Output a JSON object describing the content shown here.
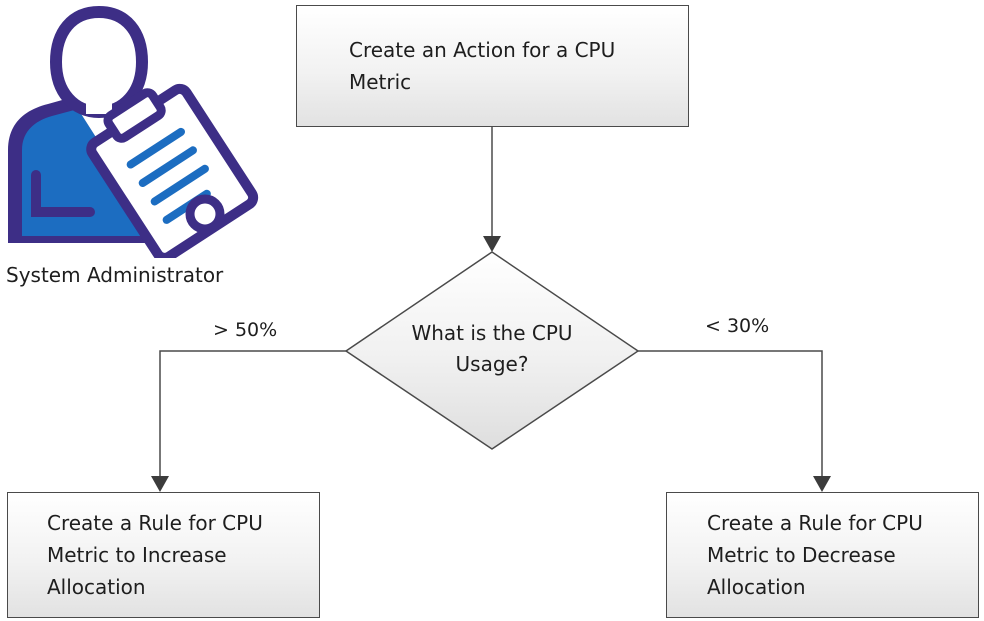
{
  "actor": {
    "icon": "system-administrator-icon",
    "label": "System Administrator"
  },
  "steps": {
    "start": "Create an Action for a CPU\nMetric",
    "decision": "What is the CPU\nUsage?",
    "increase": "Create a Rule for CPU\nMetric to Increase\nAllocation",
    "decrease": "Create a Rule for CPU\nMetric to Decrease\nAllocation"
  },
  "conditions": {
    "high": "> 50%",
    "low": "< 30%"
  },
  "colors": {
    "box_fill": "#efefef",
    "stroke": "#4a4a4a",
    "icon_purple": "#3d2e86",
    "icon_blue": "#1c6dc1"
  }
}
